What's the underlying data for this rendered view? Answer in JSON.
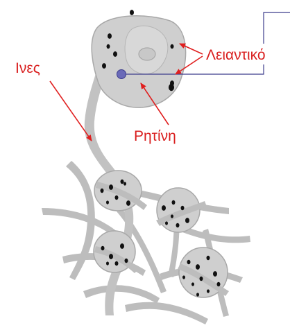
{
  "labels": {
    "fibers": "Ινες",
    "lubricant": "Λειαντικό",
    "resin": "Ρητίνη"
  },
  "colors": {
    "label_text": "#d91e1e",
    "arrow": "#e01e1e",
    "fiber_gray": "#bdbdbd",
    "cell_gray": "#cfcfcf",
    "cell_edge": "#a8a8a8",
    "particle": "#111111",
    "leader_line": "#3c3c8c",
    "leader_dot": "#6a6ab8"
  }
}
